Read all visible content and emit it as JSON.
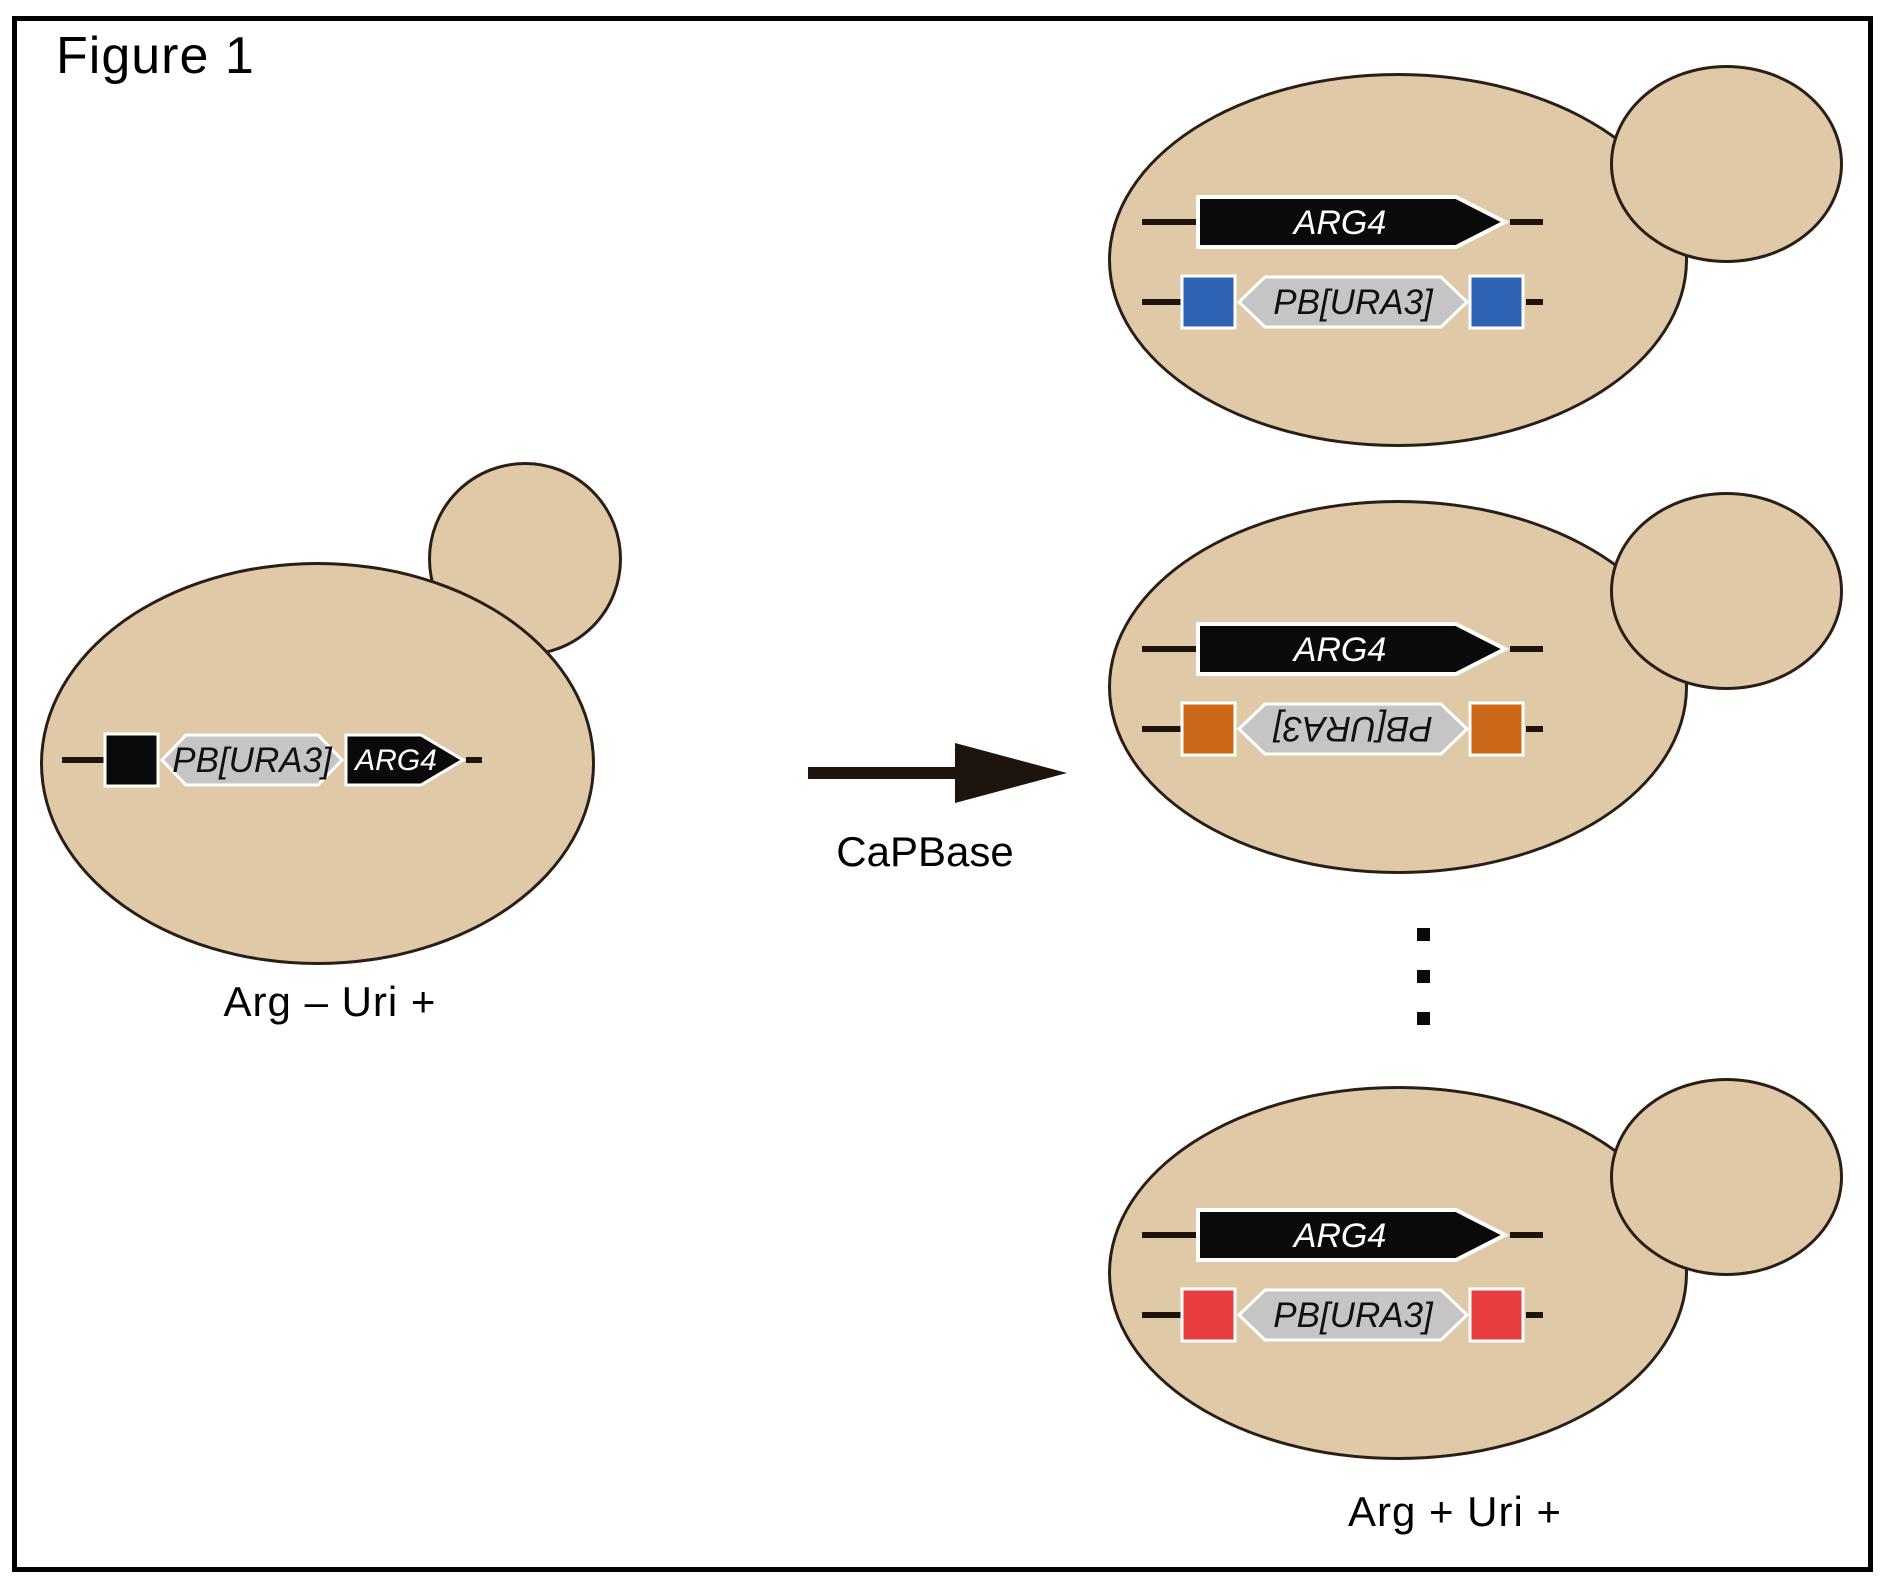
{
  "figure": {
    "title": "Figure 1"
  },
  "colors": {
    "cell_fill": "#DFC9A7",
    "cell_border": "#2A1E16",
    "chromosome_line": "#1E140E",
    "element_black": "#0A0A0A",
    "transposon_gray": "#C5C5C5",
    "insertion_blue": "#2D62B4",
    "insertion_orange": "#CC6818",
    "insertion_red": "#E83E42"
  },
  "left_cell": {
    "transposon_label": "PB[URA3]",
    "gene_label": "ARG4",
    "phenotype": "Arg – Uri +"
  },
  "process": {
    "label": "CaPBase"
  },
  "right_cells": [
    {
      "gene_label": "ARG4",
      "transposon_label": "PB[URA3]",
      "insertion_color": "#2D62B4",
      "orientation": "forward"
    },
    {
      "gene_label": "ARG4",
      "transposon_label": "PB[URA3]",
      "insertion_color": "#CC6818",
      "orientation": "reverse"
    },
    {
      "gene_label": "ARG4",
      "transposon_label": "PB[URA3]",
      "insertion_color": "#E83E42",
      "orientation": "forward"
    }
  ],
  "right_phenotype": "Arg + Uri +"
}
